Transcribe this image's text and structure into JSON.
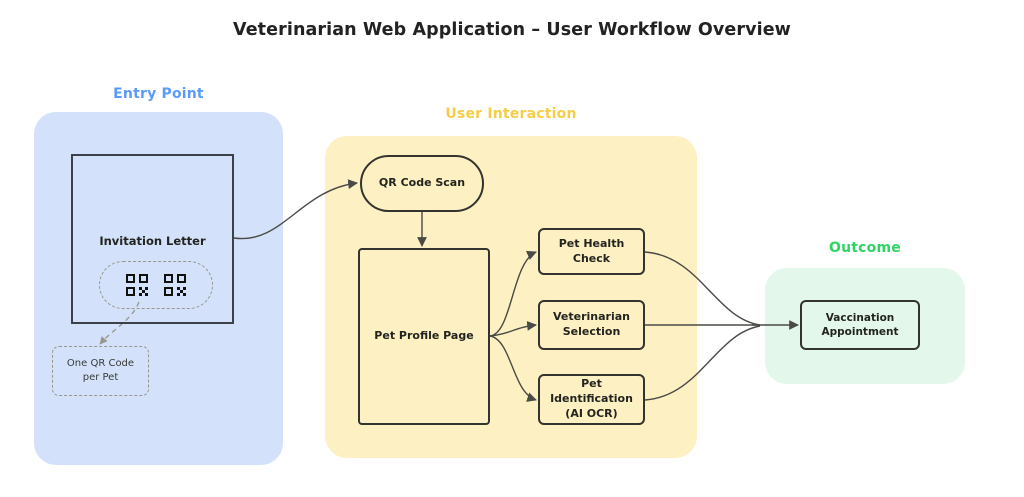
{
  "title": "Veterinarian Web Application – User Workflow Overview",
  "groups": {
    "entry_point": {
      "label": "Entry Point",
      "color": "#5b9bf8",
      "fill": "#d3e2fa"
    },
    "user_interaction": {
      "label": "User Interaction",
      "color": "#f6cd46",
      "fill": "#fdf0c2"
    },
    "outcome": {
      "label": "Outcome",
      "color": "#2ed563",
      "fill": "#e3f7ea"
    }
  },
  "nodes": {
    "invitation_letter": {
      "label": "Invitation Letter"
    },
    "qr_note": {
      "line1": "One QR Code",
      "line2": "per Pet"
    },
    "qr_code_scan": {
      "label": "QR Code Scan"
    },
    "pet_profile_page": {
      "label": "Pet Profile Page"
    },
    "pet_health_check": {
      "label": "Pet Health Check"
    },
    "veterinarian_selection": {
      "line1": "Veterinarian",
      "line2": "Selection"
    },
    "pet_identification": {
      "line1": "Pet Identification",
      "line2": "(AI OCR)"
    },
    "vaccination_appointment": {
      "line1": "Vaccination",
      "line2": "Appointment"
    }
  },
  "icons": {
    "qr_code_left": "qr-code-icon",
    "qr_code_right": "qr-code-icon"
  },
  "edges": [
    {
      "from": "invitation_letter",
      "to": "qr_code_scan",
      "style": "solid"
    },
    {
      "from": "qr_cluster",
      "to": "qr_note",
      "style": "dashed"
    },
    {
      "from": "qr_code_scan",
      "to": "pet_profile_page",
      "style": "solid"
    },
    {
      "from": "pet_profile_page",
      "to": "pet_health_check",
      "style": "solid"
    },
    {
      "from": "pet_profile_page",
      "to": "veterinarian_selection",
      "style": "solid"
    },
    {
      "from": "pet_profile_page",
      "to": "pet_identification",
      "style": "solid"
    },
    {
      "from": "pet_health_check",
      "to": "vaccination_appointment",
      "style": "solid"
    },
    {
      "from": "veterinarian_selection",
      "to": "vaccination_appointment",
      "style": "solid"
    },
    {
      "from": "pet_identification",
      "to": "vaccination_appointment",
      "style": "solid"
    }
  ]
}
